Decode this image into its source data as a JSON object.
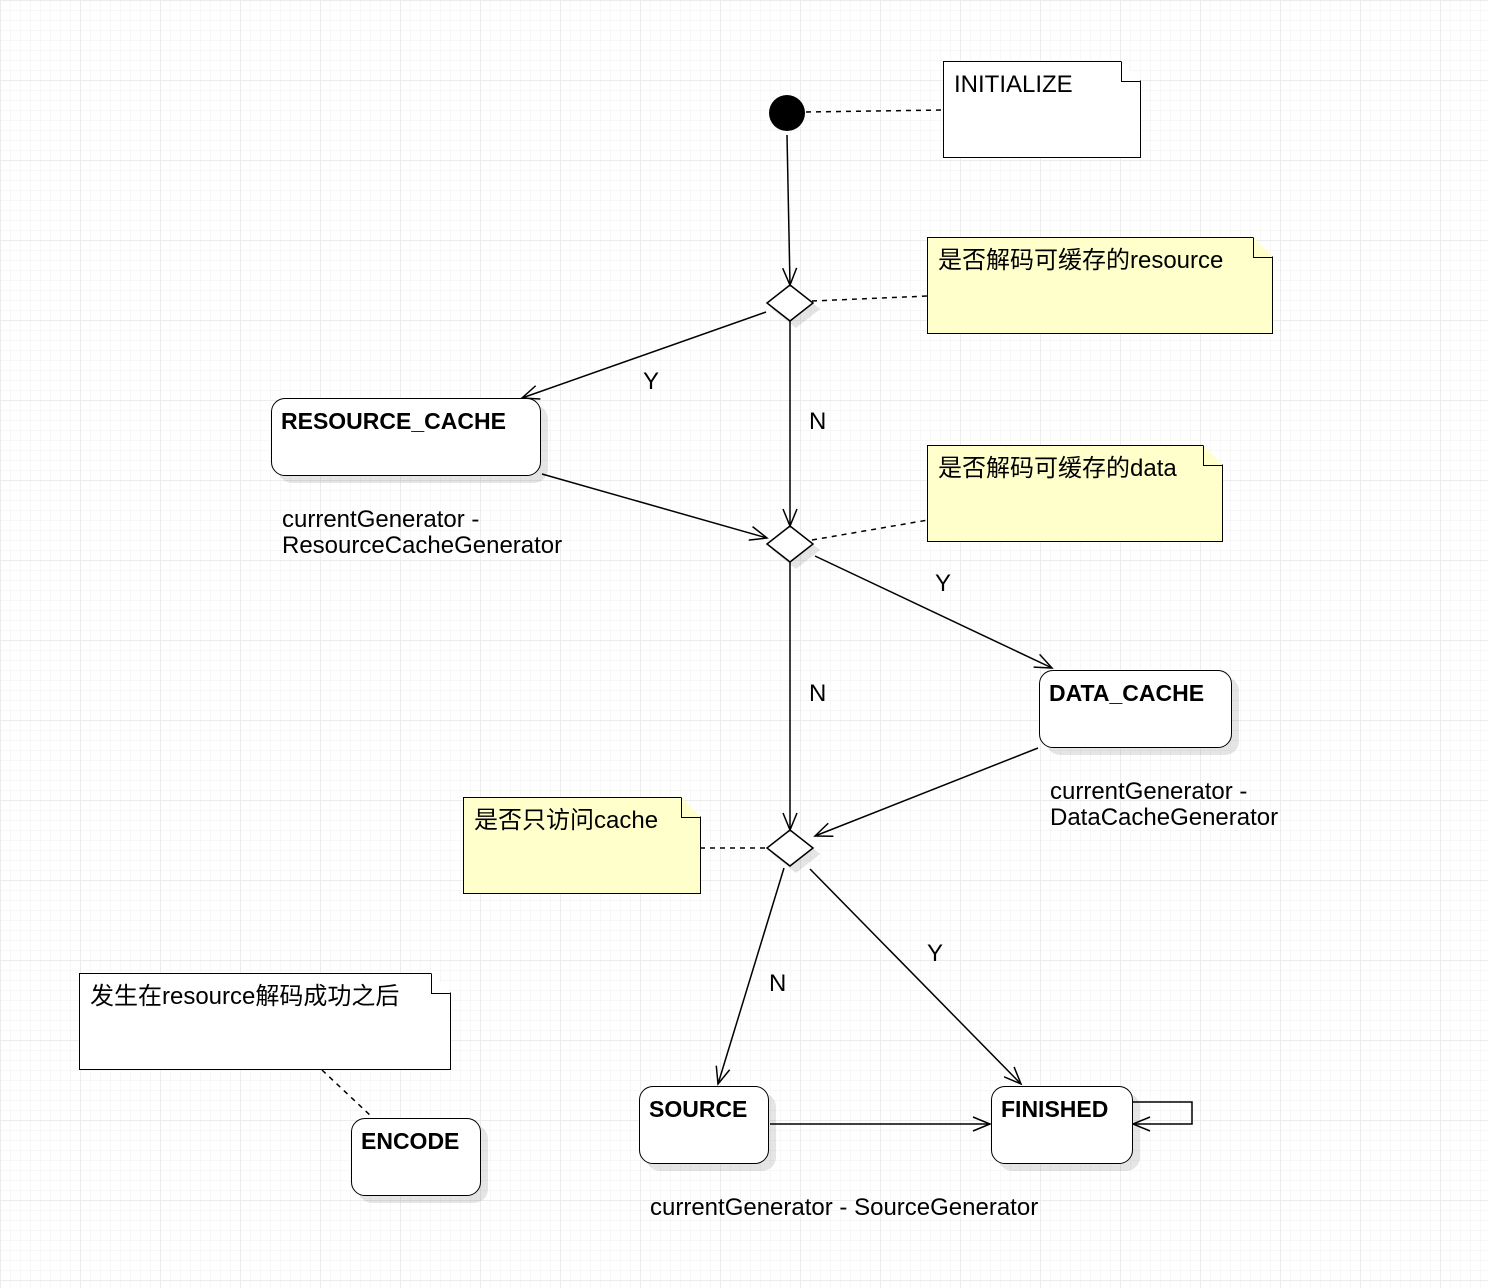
{
  "notes": {
    "initialize": "INITIALIZE",
    "decode_resource": "是否解码可缓存的resource",
    "decode_data": "是否解码可缓存的data",
    "only_cache": "是否只访问cache",
    "encode_after": "发生在resource解码成功之后"
  },
  "states": {
    "resource_cache": "RESOURCE_CACHE",
    "data_cache": "DATA_CACHE",
    "source": "SOURCE",
    "finished": "FINISHED",
    "encode": "ENCODE"
  },
  "generators": {
    "resource_cache": "currentGenerator -\nResourceCacheGenerator",
    "data_cache": "currentGenerator -\nDataCacheGenerator",
    "source": "currentGenerator - SourceGenerator"
  },
  "edge_labels": {
    "d1_yes": "Y",
    "d1_no": "N",
    "d2_yes": "Y",
    "d2_no": "N",
    "d3_no": "N",
    "d3_yes": "Y"
  }
}
